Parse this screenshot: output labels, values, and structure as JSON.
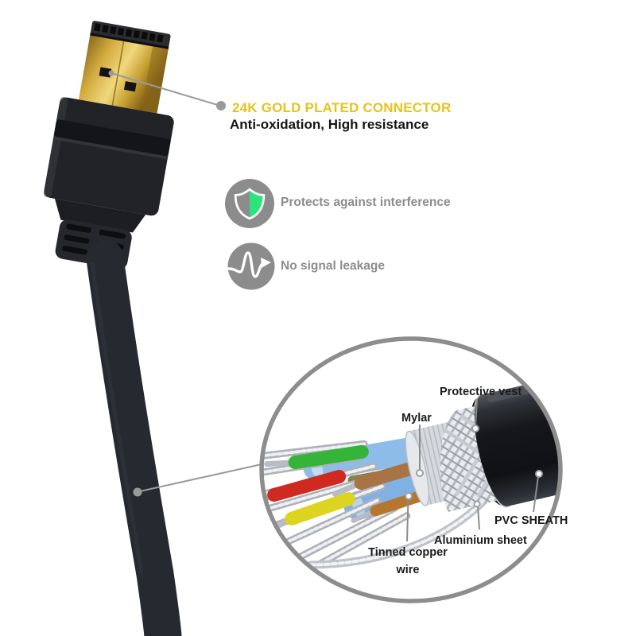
{
  "header": {
    "title": "24K GOLD PLATED CONNECTOR",
    "subtitle": "Anti-oxidation, High resistance"
  },
  "features": [
    {
      "icon": "shield-icon",
      "label": "Protects against interference"
    },
    {
      "icon": "no-signal-leakage-icon",
      "label": "No signal leakage"
    }
  ],
  "cutaway": {
    "labels": {
      "protective_vest": "Protective vest",
      "mylar": "Mylar",
      "pvc_sheath": "PVC SHEATH",
      "aluminium_sheet": "Aluminium sheet",
      "tinned_copper": [
        "Tinned copper",
        "wire"
      ]
    }
  },
  "colors": {
    "accent_gold": "#e5c31d",
    "muted_gray": "#8c8c8c",
    "shield_green": "#2ae47c",
    "label_black": "#1b1b1b",
    "cable_black": "#262930",
    "wire_green": "#36b439",
    "wire_red": "#cf2a21",
    "wire_yellow": "#ddd41f",
    "wire_brown": "#a87446",
    "wire_blue": "#8ebce8"
  }
}
